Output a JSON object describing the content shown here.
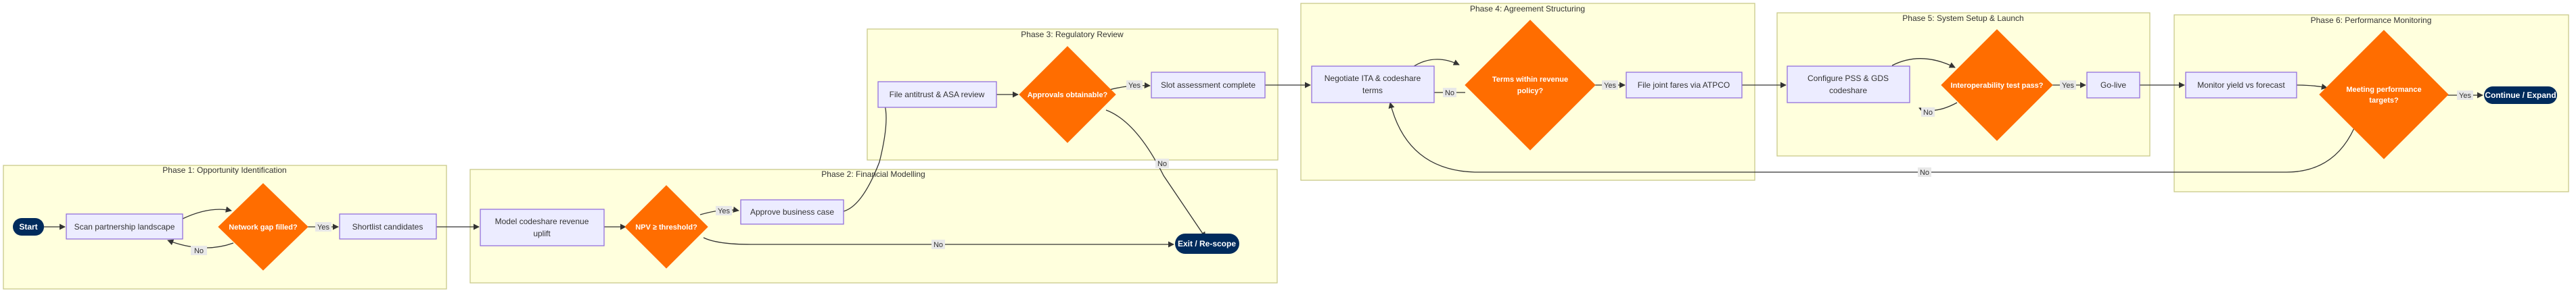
{
  "phases": {
    "p1": "Phase 1: Opportunity Identification",
    "p2": "Phase 2: Financial Modelling",
    "p3": "Phase 3: Regulatory Review",
    "p4": "Phase 4: Agreement Structuring",
    "p5": "Phase 5: System Setup & Launch",
    "p6": "Phase 6: Performance Monitoring"
  },
  "nodes": {
    "start": "Start",
    "scan": "Scan partnership landscape",
    "gap": "Network gap filled?",
    "shortlist": "Shortlist candidates",
    "model_l1": "Model codeshare revenue",
    "model_l2": "uplift",
    "npv": "NPV ≥ threshold?",
    "approve": "Approve business case",
    "antitrust": "File antitrust & ASA review",
    "approvals": "Approvals obtainable?",
    "slot": "Slot assessment complete",
    "negotiate_l1": "Negotiate ITA & codeshare",
    "negotiate_l2": "terms",
    "terms_l1": "Terms within revenue",
    "terms_l2": "policy?",
    "file_fares": "File joint fares via ATPCO",
    "configure_l1": "Configure PSS & GDS",
    "configure_l2": "codeshare",
    "interop": "Interoperability test pass?",
    "golive": "Go-live",
    "monitor": "Monitor yield vs forecast",
    "targets_l1": "Meeting performance",
    "targets_l2": "targets?",
    "continue": "Continue / Expand",
    "exit": "Exit / Re-scope"
  },
  "edges": {
    "yes": "Yes",
    "no": "No"
  },
  "colors": {
    "phase_fill": "#ffffdd",
    "process_fill": "#ececff",
    "decision_fill": "#ff6d00",
    "terminal_fill": "#002b5c"
  }
}
